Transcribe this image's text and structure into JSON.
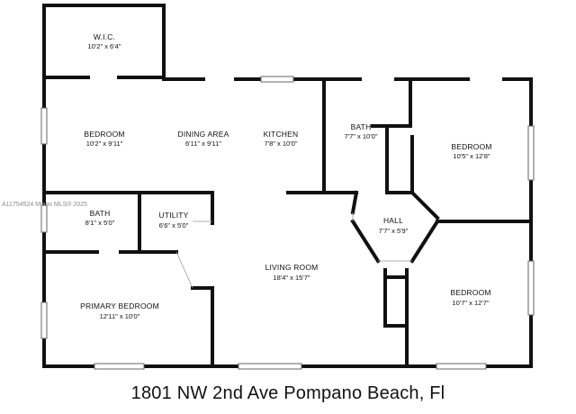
{
  "rooms": [
    {
      "key": "wic",
      "name": "W.I.C.",
      "dims": "10'2\" x 6'4\""
    },
    {
      "key": "bedroom-1",
      "name": "BEDROOM",
      "dims": "10'2\" x 9'11\""
    },
    {
      "key": "dining-area",
      "name": "DINING AREA",
      "dims": "6'11\" x 9'11\""
    },
    {
      "key": "kitchen",
      "name": "KITCHEN",
      "dims": "7'8\" x 10'0\""
    },
    {
      "key": "bath-1",
      "name": "BATH",
      "dims": "7'7\" x 10'0\""
    },
    {
      "key": "bedroom-2",
      "name": "BEDROOM",
      "dims": "10'5\" x 12'8\""
    },
    {
      "key": "bath-2",
      "name": "BATH",
      "dims": "8'1\" x 5'0\""
    },
    {
      "key": "utility",
      "name": "UTILITY",
      "dims": "6'6\" x 5'0\""
    },
    {
      "key": "hall",
      "name": "HALL",
      "dims": "7'7\" x 5'9\""
    },
    {
      "key": "living-room",
      "name": "LIVING ROOM",
      "dims": "18'4\" x 15'7\""
    },
    {
      "key": "primary-bedroom",
      "name": "PRIMARY BEDROOM",
      "dims": "12'11\" x 10'0\""
    },
    {
      "key": "bedroom-3",
      "name": "BEDROOM",
      "dims": "10'7\" x 12'7\""
    }
  ],
  "watermark": "A11754524 Miami MLS® 2025",
  "caption": "1801 NW 2nd Ave Pompano Beach, Fl"
}
